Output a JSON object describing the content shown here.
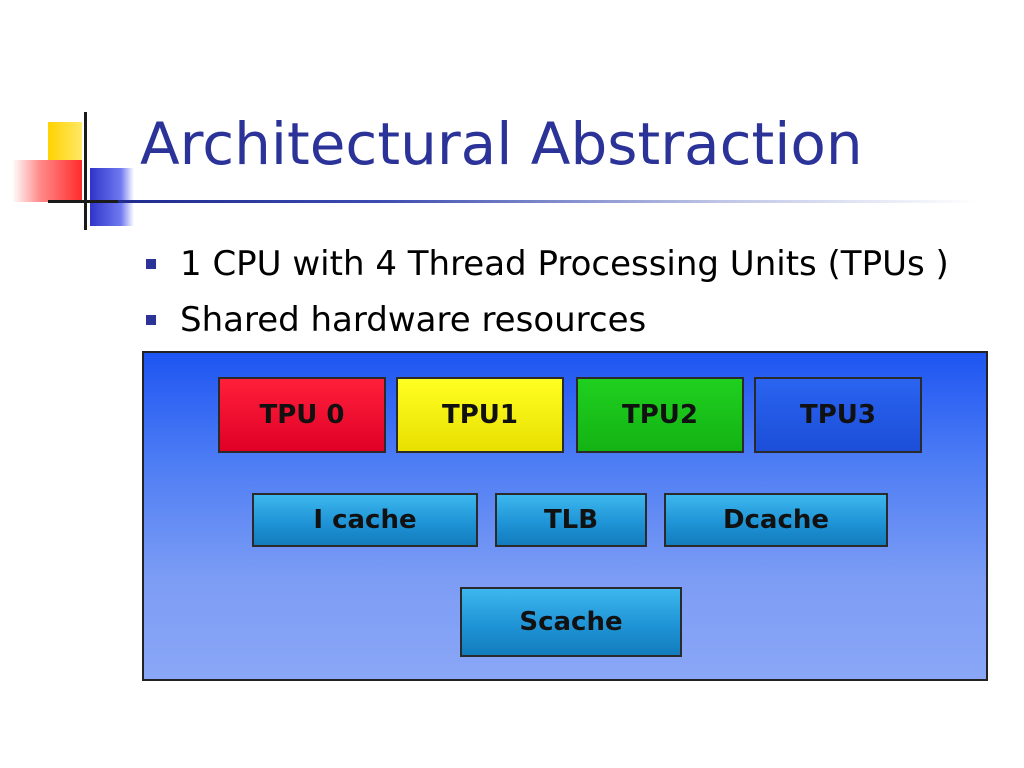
{
  "slide": {
    "title": "Architectural Abstraction",
    "bullets": [
      "1 CPU with 4 Thread Processing Units (TPUs )",
      "Shared hardware resources"
    ]
  },
  "diagram": {
    "tpus": [
      "TPU 0",
      "TPU1",
      "TPU2",
      "TPU3"
    ],
    "caches": [
      "I cache",
      "TLB",
      "Dcache"
    ],
    "shared_cache": "Scache"
  },
  "colors": {
    "title": "#2b3399",
    "tpu0": "#e00026",
    "tpu1": "#e8e000",
    "tpu2": "#14b314",
    "tpu3": "#1c4ed8",
    "cache": "#1f94d6",
    "background_panel": "#4f7ef4"
  }
}
